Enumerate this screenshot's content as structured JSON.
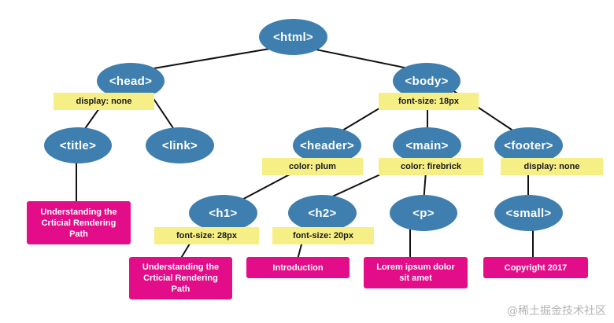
{
  "nodes": {
    "html": "<html>",
    "head": "<head>",
    "body": "<body>",
    "title": "<title>",
    "link": "<link>",
    "header": "<header>",
    "main": "<main>",
    "footer": "<footer>",
    "h1": "<h1>",
    "h2": "<h2>",
    "p": "<p>",
    "small": "<small>"
  },
  "styles": {
    "head": "display: none",
    "body": "font-size: 18px",
    "header": "color: plum",
    "main": "color: firebrick",
    "footer": "display: none",
    "h1": "font-size: 28px",
    "h2": "font-size: 20px"
  },
  "texts": {
    "title": "Understanding the\nCrticial Rendering\nPath",
    "h1": "Understanding the\nCrticial Rendering\nPath",
    "h2": "Introduction",
    "p": "Lorem ipsum dolor\nsit amet",
    "small": "Copyright 2017"
  },
  "colors": {
    "node": "#3e7faf",
    "style_tag": "#f6ef86",
    "text_box": "#e30d8a",
    "edge": "#111111"
  },
  "watermark": "@稀土掘金技术社区"
}
